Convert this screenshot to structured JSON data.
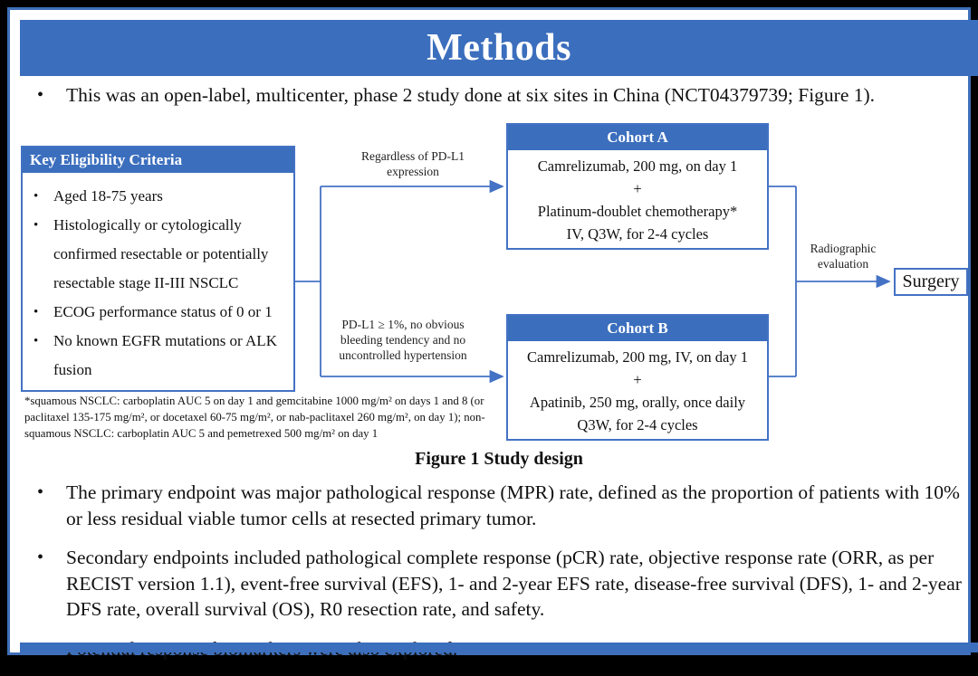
{
  "colors": {
    "accent_blue": "#3b6ebd",
    "line_blue": "#4472c4",
    "frame_black": "#000000"
  },
  "header": {
    "title": "Methods"
  },
  "intro_bullet": "This was an open-label, multicenter, phase 2 study done at six sites in China (NCT04379739; Figure 1).",
  "figure": {
    "caption": "Figure 1 Study design",
    "eligibility": {
      "header": "Key Eligibility Criteria",
      "items": [
        "Aged 18-75 years",
        "Histologically or cytologically confirmed resectable or potentially resectable stage II-III NSCLC",
        "ECOG performance status of 0 or 1",
        "No known EGFR mutations or ALK fusion"
      ]
    },
    "branch_labels": {
      "top": "Regardless of PD-L1 expression",
      "bottom": "PD-L1 ≥ 1%, no obvious bleeding tendency and no uncontrolled hypertension"
    },
    "cohort_a": {
      "header": "Cohort A",
      "lines": [
        "Camrelizumab, 200 mg, on day 1",
        "+",
        "Platinum-doublet chemotherapy*",
        "IV, Q3W, for 2-4 cycles"
      ]
    },
    "cohort_b": {
      "header": "Cohort B",
      "lines": [
        "Camrelizumab, 200 mg, IV, on day 1",
        "+",
        "Apatinib, 250 mg, orally, once daily",
        "Q3W, for 2-4 cycles"
      ]
    },
    "evaluation_label": "Radiographic evaluation",
    "surgery_box": "Surgery",
    "footnote": "*squamous NSCLC: carboplatin AUC 5 on day 1 and gemcitabine 1000 mg/m² on days 1 and 8 (or paclitaxel 135-175 mg/m², or docetaxel 60-75 mg/m², or nab-paclitaxel 260 mg/m², on day 1); non-squamous NSCLC: carboplatin AUC 5 and pemetrexed 500 mg/m² on day 1"
  },
  "bullets": [
    "The primary endpoint was major pathological response (MPR) rate, defined as the proportion of patients with 10% or less residual viable tumor cells at resected primary tumor.",
    "Secondary endpoints included pathological complete response (pCR) rate, objective response rate (ORR, as per RECIST version 1.1), event-free survival (EFS), 1- and 2-year EFS rate, disease-free survival (DFS), 1- and 2-year DFS rate, overall survival (OS), R0 resection rate, and safety.",
    "Potential response biomarkers were also explored."
  ]
}
